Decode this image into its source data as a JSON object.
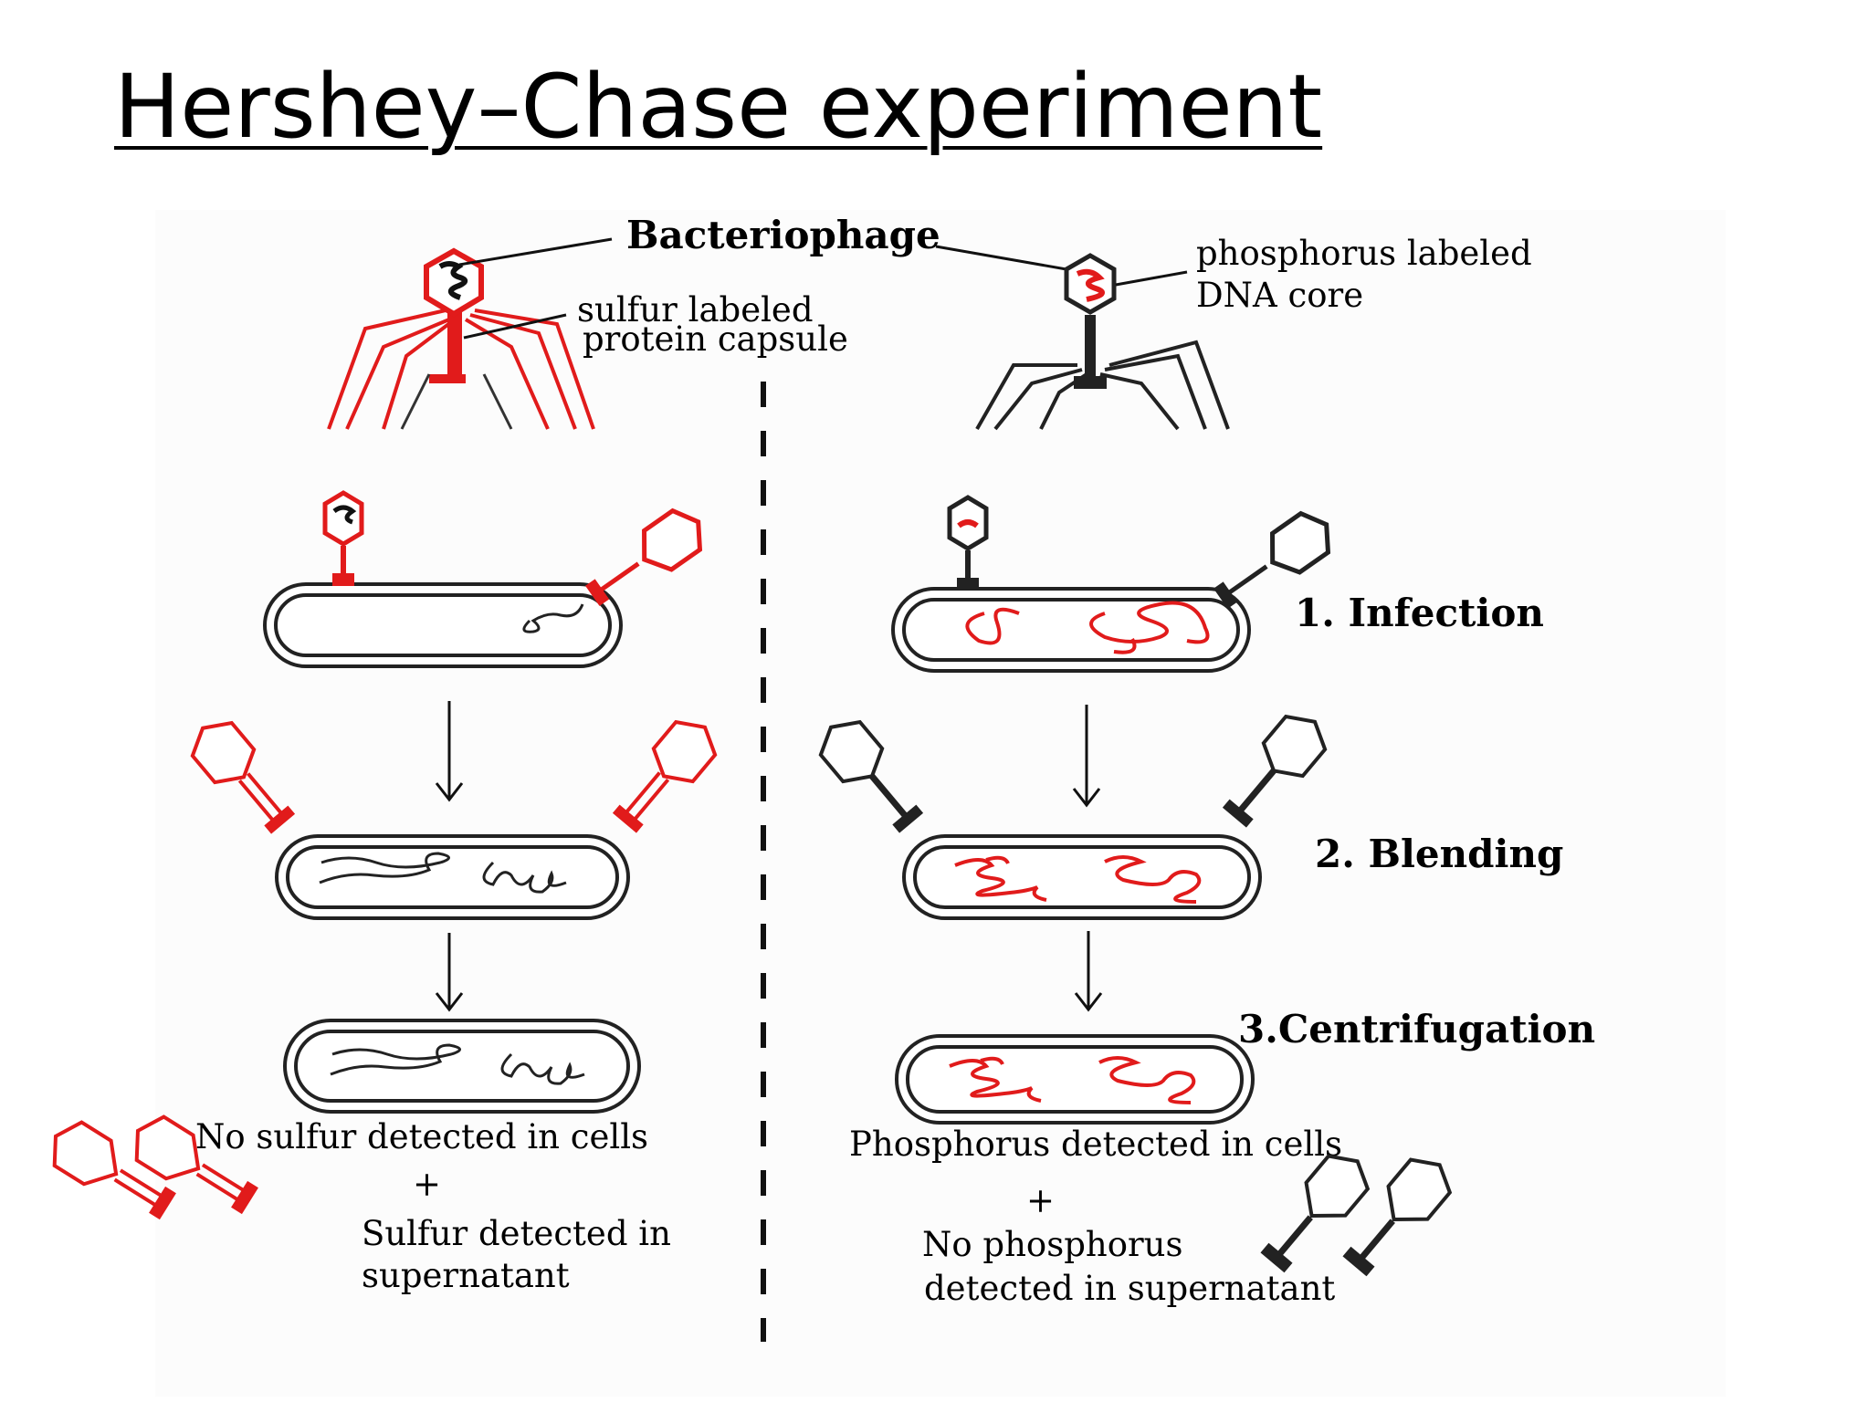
{
  "title": "Hershey–Chase experiment",
  "labels": {
    "bacteriophage": "Bacteriophage",
    "sulfur_capsule_line1": "sulfur labeled",
    "sulfur_capsule_line2": "protein capsule",
    "phosphorus_core_line1": "phosphorus labeled",
    "phosphorus_core_line2": "DNA core"
  },
  "steps": [
    {
      "label": "1. Infection"
    },
    {
      "label": "2. Blending"
    },
    {
      "label": "3.Centrifugation"
    }
  ],
  "results": {
    "left": {
      "line1": "No sulfur detected in cells",
      "plus": "+",
      "line2": "Sulfur detected in",
      "line3": "supernatant"
    },
    "right": {
      "line1": "Phosphorus detected in cells",
      "plus": "+",
      "line2": "No phosphorus",
      "line3": "detected in supernatant"
    }
  },
  "colors": {
    "label_red": "#e11b1b",
    "ink": "#1a1a1a"
  }
}
